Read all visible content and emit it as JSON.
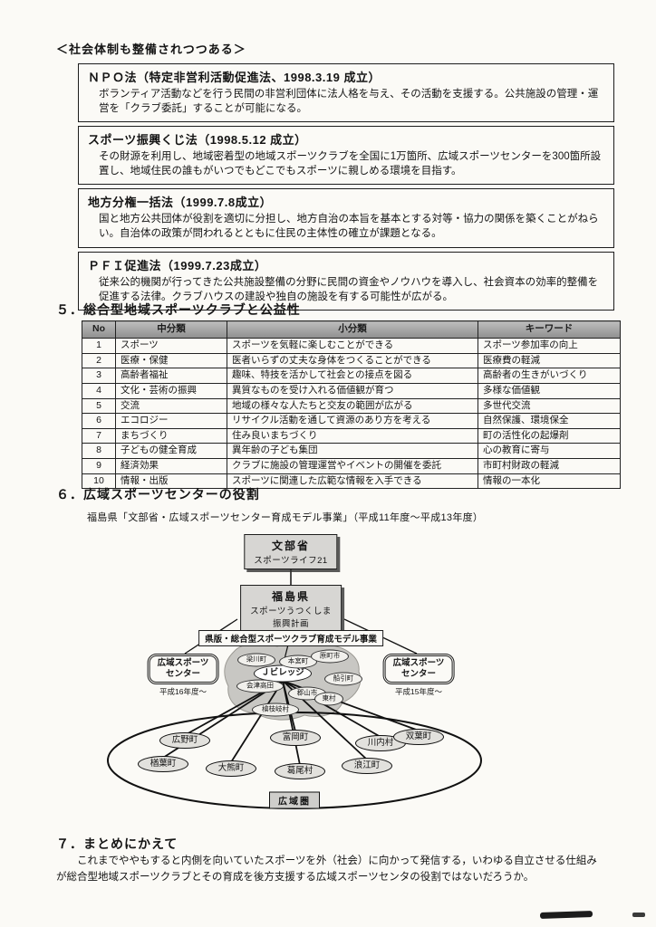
{
  "top_note": "＜社会体制も整備されつつある＞",
  "law_boxes": [
    {
      "title": "ＮＰＯ法（特定非営利活動促進法、1998.3.19 成立）",
      "body": "ボランティア活動などを行う民間の非営利団体に法人格を与え、その活動を支援する。公共施設の管理・運営を「クラブ委託」することが可能になる。"
    },
    {
      "title": "スポーツ振興くじ法（1998.5.12 成立）",
      "body": "その財源を利用し、地域密着型の地域スポーツクラブを全国に1万箇所、広域スポーツセンターを300箇所設置し、地域住民の誰もがいつでもどこでもスポーツに親しめる環境を目指す。"
    },
    {
      "title": "地方分権一括法（1999.7.8成立）",
      "body": "国と地方公共団体が役割を適切に分担し、地方自治の本旨を基本とする対等・協力の関係を築くことがねらい。自治体の政策が問われるとともに住民の主体性の確立が課題となる。"
    },
    {
      "title": "ＰＦＩ促進法（1999.7.23成立）",
      "body": "従来公的機関が行ってきた公共施設整備の分野に民間の資金やノウハウを導入し、社会資本の効率的整備を促進する法律。クラブハウスの建設や独自の施設を有する可能性が広がる。"
    }
  ],
  "section5": {
    "heading": "５．総合型地域スポーツクラブと公益性",
    "table": {
      "headers": [
        "No",
        "中分類",
        "小分類",
        "キーワード"
      ],
      "rows": [
        [
          "1",
          "スポーツ",
          "スポーツを気軽に楽しむことができる",
          "スポーツ参加率の向上"
        ],
        [
          "2",
          "医療・保健",
          "医者いらずの丈夫な身体をつくることができる",
          "医療費の軽減"
        ],
        [
          "3",
          "高齢者福祉",
          "趣味、特技を活かして社会との接点を図る",
          "高齢者の生きがいづくり"
        ],
        [
          "4",
          "文化・芸術の振興",
          "異質なものを受け入れる価値観が育つ",
          "多様な価値観"
        ],
        [
          "5",
          "交流",
          "地域の様々な人たちと交友の範囲が広がる",
          "多世代交流"
        ],
        [
          "6",
          "エコロジー",
          "リサイクル活動を通して資源のあり方を考える",
          "自然保護、環境保全"
        ],
        [
          "7",
          "まちづくり",
          "住み良いまちづくり",
          "町の活性化の起爆剤"
        ],
        [
          "8",
          "子どもの健全育成",
          "異年齢の子ども集団",
          "心の教育に寄与"
        ],
        [
          "9",
          "経済効果",
          "クラブに施設の管理運営やイベントの開催を委託",
          "市町村財政の軽減"
        ],
        [
          "10",
          "情報・出版",
          "スポーツに関連した広範な情報を入手できる",
          "情報の一本化"
        ]
      ]
    }
  },
  "section6": {
    "heading": "６．広域スポーツセンターの役割",
    "caption": "福島県「文部省・広域スポーツセンター育成モデル事業」（平成11年度～平成13年度）",
    "diagram": {
      "ministry_box": {
        "line1": "文部省",
        "line2": "スポーツライフ21"
      },
      "prefecture_box": {
        "line1": "福島県",
        "line2": "スポーツうつくしま",
        "line3": "振興計画"
      },
      "model_label": "県版・総合型スポーツクラブ育成モデル事業",
      "left_center": {
        "line1": "広域スポーツ",
        "line2": "センター",
        "note": "平成16年度～"
      },
      "right_center": {
        "line1": "広域スポーツ",
        "line2": "センター",
        "note": "平成15年度～"
      },
      "jvillage": "Ｊビレッジ",
      "map_towns": [
        "梁川町",
        "本宮町",
        "原町市",
        "船引町",
        "会津高田",
        "郡山市",
        "東村",
        "檜枝岐村"
      ],
      "region_towns": [
        "広野町",
        "富岡町",
        "川内村",
        "双葉町",
        "楢葉町",
        "大熊町",
        "葛尾村",
        "浪江町"
      ],
      "region_label": "広域圏"
    }
  },
  "section7": {
    "heading": "７．まとめにかえて",
    "body": "これまでややもすると内側を向いていたスポーツを外（社会）に向かって発信する，いわゆる自立させる仕組みが総合型地域スポーツクラブとその育成を後方支援する広域スポーツセンタの役割ではないだろうか。"
  }
}
